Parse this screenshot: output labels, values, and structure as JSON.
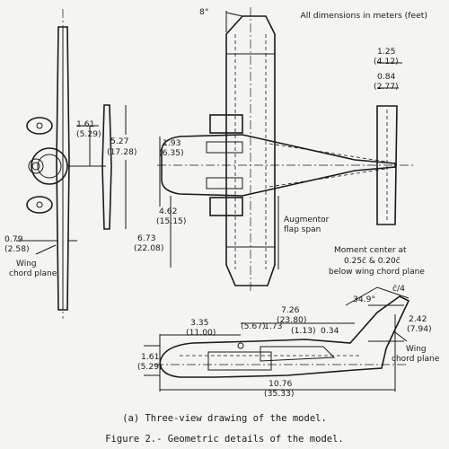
{
  "note": "All dimensions in meters (feet)",
  "angle": "8°",
  "dims": {
    "d125": "1.25",
    "d412": "(4.12)",
    "d084": "0.84",
    "d277": "(2.77)",
    "d161a": "1.61",
    "d529a": "(5.29)",
    "d527": "5.27",
    "d1728": "(17.28)",
    "d193": "1.93",
    "d635": "(6.35)",
    "d462": "4.62",
    "d1515": "(15.15)",
    "d673": "6.73",
    "d2208": "(22.08)",
    "d079": "0.79",
    "d258": "(2.58)",
    "d726": "7.26",
    "d2380": "(23.80)",
    "d335": "3.35",
    "d1100": "(11.00)",
    "d567": "(5.67)",
    "d173": "1.73",
    "d113": "(1.13)",
    "d034": "0.34",
    "d161b": "1.61",
    "d529b": "(5.29)",
    "d242": "2.42",
    "d794": "(7.94)",
    "d1076": "10.76",
    "d3533": "(35.33)",
    "d349": "34.9°",
    "cbar4": "c̄/4"
  },
  "labels": {
    "wing_chord_left_1": "Wing",
    "wing_chord_left_2": "chord plane",
    "augmentor_1": "Augmentor",
    "augmentor_2": "flap span",
    "moment_1": "Moment center at",
    "moment_2": "0.25c̄ & 0.20c̄",
    "moment_3": "below wing chord plane",
    "wing_chord_right_1": "Wing",
    "wing_chord_right_2": "chord plane"
  },
  "caption_a": "(a)  Three-view drawing of the model.",
  "caption_fig": "Figure 2.-  Geometric details of the model."
}
